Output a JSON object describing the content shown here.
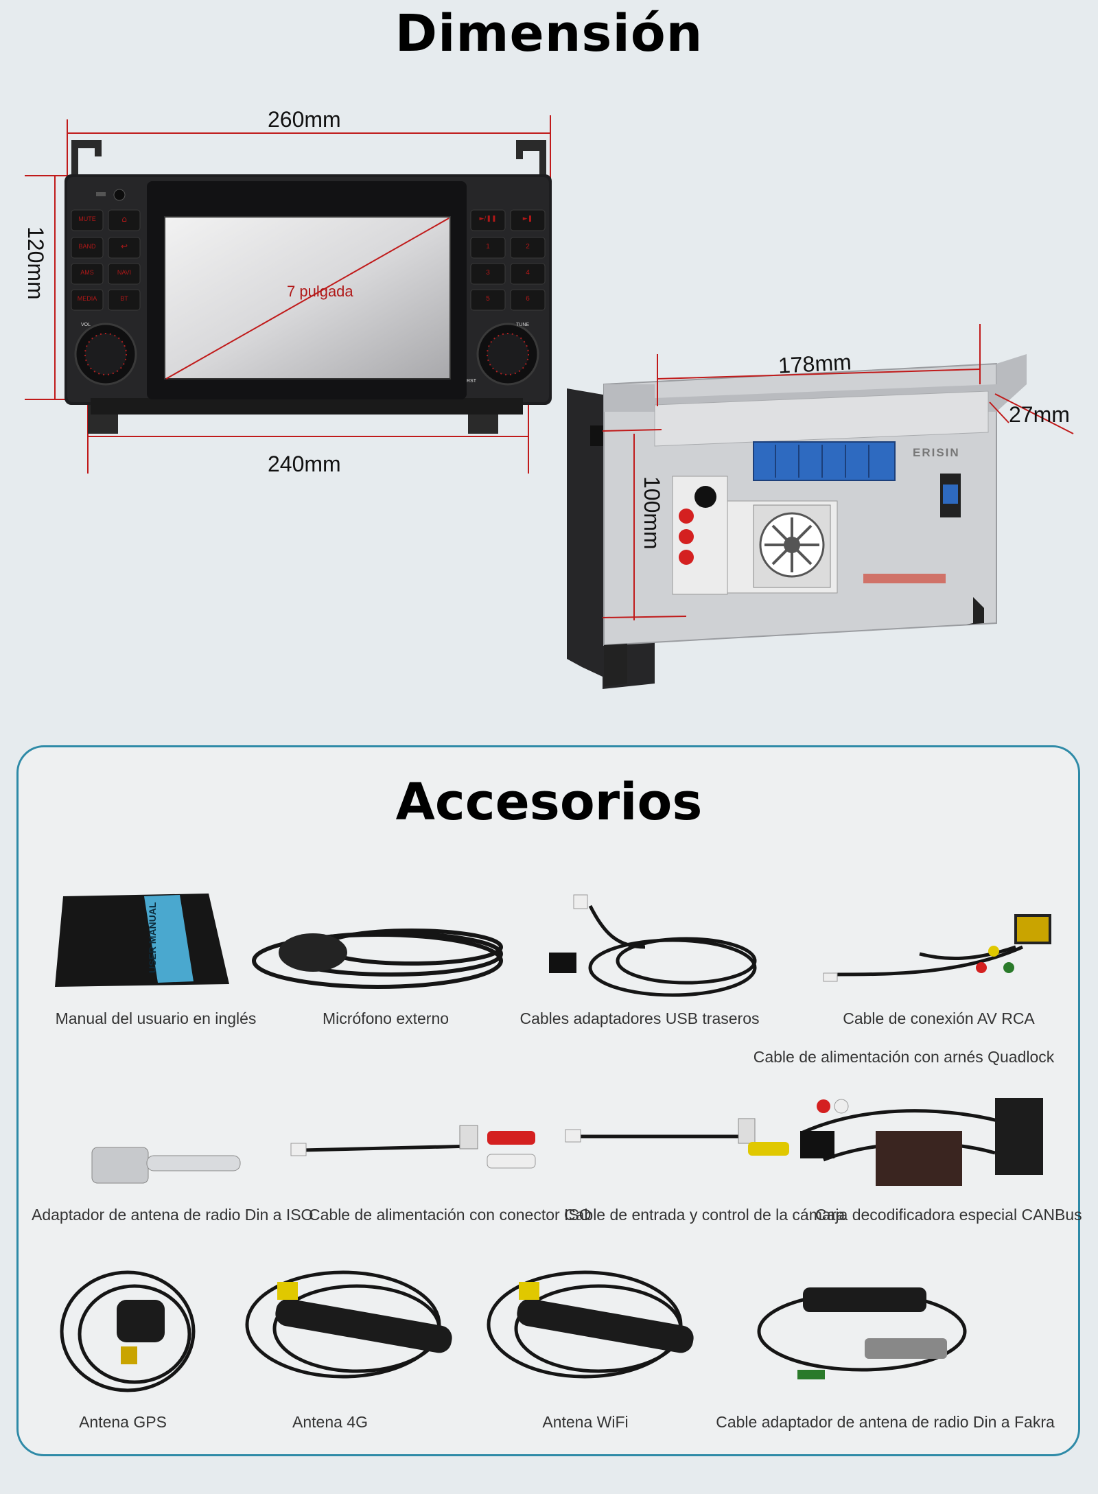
{
  "dimension": {
    "title": "Dimensión",
    "front": {
      "width_top": "260mm",
      "width_bottom": "240mm",
      "height": "120mm",
      "screen": "7 pulgada",
      "left_buttons": [
        "MUTE",
        "BAND",
        "AMS",
        "MEDIA"
      ],
      "left_buttons_2": [
        "⌂",
        "↩",
        "NAVI",
        "BT"
      ],
      "right_buttons": [
        "►/❚❚",
        "1",
        "3",
        "5"
      ],
      "right_buttons_2": [
        "►❚",
        "2",
        "4",
        "6"
      ],
      "knob_left": "VOL",
      "knob_right": "TUNE",
      "rst": "RST"
    },
    "back": {
      "width": "178mm",
      "depth": "27mm",
      "height": "100mm",
      "brand": "ERISIN"
    }
  },
  "accessories": {
    "title": "Accesorios",
    "items": [
      {
        "label": "Manual del usuario en inglés",
        "icon": "manual-icon",
        "manual_text": "USER MANUAL"
      },
      {
        "label": "Micrófono externo",
        "icon": "microphone-icon"
      },
      {
        "label": "Cables adaptadores USB traseros",
        "icon": "usb-cable-icon"
      },
      {
        "label": "Cable de conexión AV RCA",
        "icon": "av-rca-cable-icon"
      },
      {
        "label": "Cable de alimentación con arnés Quadlock",
        "icon": "quadlock-label"
      },
      {
        "label": "Adaptador de antena de radio Din a ISO",
        "icon": "antenna-adapter-icon"
      },
      {
        "label": "Cable de alimentación con conector ISO",
        "icon": "iso-cable-icon"
      },
      {
        "label": "Cable de entrada y control de la cámara",
        "icon": "camera-cable-icon"
      },
      {
        "label": "Caja decodificadora especial CANBus",
        "icon": "canbus-box-icon"
      },
      {
        "label": "Antena GPS",
        "icon": "gps-antenna-icon"
      },
      {
        "label": "Antena 4G",
        "icon": "4g-antenna-icon"
      },
      {
        "label": "Antena WiFi",
        "icon": "wifi-antenna-icon"
      },
      {
        "label": "Cable adaptador de antena de radio Din a Fakra",
        "icon": "fakra-adapter-icon"
      }
    ]
  }
}
